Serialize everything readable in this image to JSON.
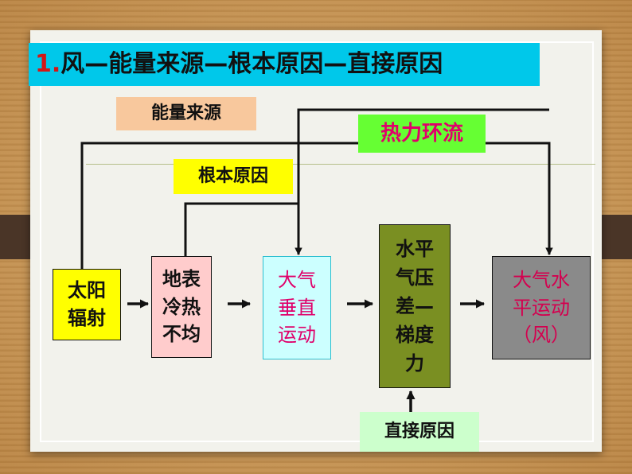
{
  "title": {
    "number": "1.",
    "text": "风—能量来源—根本原因—直接原因"
  },
  "labels": {
    "energy_source": "能量来源",
    "root_cause": "根本原因",
    "thermal_circulation": "热力环流",
    "direct_cause": "直接原因"
  },
  "boxes": {
    "solar_radiation": [
      "太阳",
      "辐射"
    ],
    "uneven_heating": [
      "地表",
      "冷热",
      "不均"
    ],
    "vertical_motion": [
      "大气",
      "垂直",
      "运动"
    ],
    "pressure_gradient": [
      "水平",
      "气压",
      "差—",
      "梯度",
      "力"
    ],
    "horizontal_motion": [
      "大气水",
      "平运动",
      "（风）"
    ]
  },
  "colors": {
    "title_bg": "#00c8ea",
    "title_number": "#d41616",
    "energy_bg": "#f8c89d",
    "root_bg": "#ffff00",
    "thermal_bg": "#66ff33",
    "thermal_text": "#e0006a",
    "direct_bg": "#ccffcc",
    "solar_bg": "#ffff00",
    "uneven_bg": "#ffcccc",
    "vertical_bg": "#ccffff",
    "pressure_bg": "#7a8f22",
    "horizontal_bg": "#8a8a8a",
    "magenta_text": "#e0006a"
  }
}
